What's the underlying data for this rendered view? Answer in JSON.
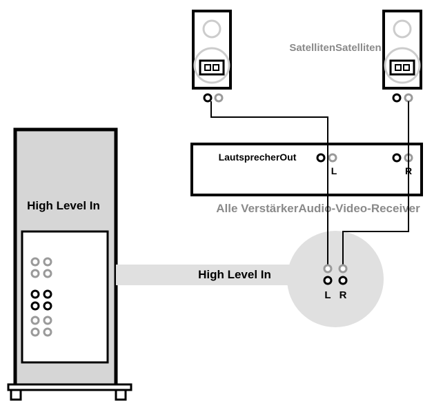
{
  "satellites_label": "SatellitenSatelliten",
  "amplifier": {
    "output_label": "LautsprecherOut",
    "left": "L",
    "right": "R",
    "caption": "Alle VerstärkerAudio-Video-Receiver"
  },
  "subwoofer": {
    "panel_label": "High Level In"
  },
  "connection_label": "High Level In",
  "detail": {
    "left": "L",
    "right": "R"
  },
  "colors": {
    "outline": "#000000",
    "panel_gray": "#d6d6d6",
    "light_gray": "#e0e0e0",
    "caption_gray": "#8a8a8a",
    "terminal_gray": "#9a9a9a"
  }
}
